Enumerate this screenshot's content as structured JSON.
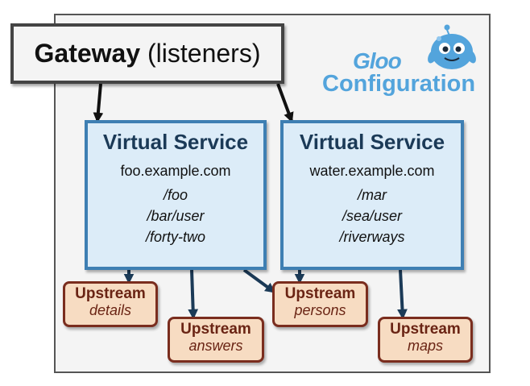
{
  "gateway": {
    "label_bold": "Gateway",
    "label_rest": " (listeners)"
  },
  "brand": {
    "logo_text": "Gloo",
    "subtitle": "Configuration",
    "accent": "#53a4dc"
  },
  "virtual_services": [
    {
      "title": "Virtual Service",
      "host": "foo.example.com",
      "routes": [
        "/foo",
        "/bar/user",
        "/forty-two"
      ]
    },
    {
      "title": "Virtual Service",
      "host": "water.example.com",
      "routes": [
        "/mar",
        "/sea/user",
        "/riverways"
      ]
    }
  ],
  "upstreams": [
    {
      "title": "Upstream",
      "name": "details"
    },
    {
      "title": "Upstream",
      "name": "answers"
    },
    {
      "title": "Upstream",
      "name": "persons"
    },
    {
      "title": "Upstream",
      "name": "maps"
    }
  ],
  "colors": {
    "virtual_service_border": "#3e7fb3",
    "virtual_service_fill": "#dcecf8",
    "upstream_border": "#7a2d1e",
    "upstream_fill": "#f7dcc2",
    "arrow_gateway": "#111111",
    "arrow_route": "#1b3a57"
  }
}
